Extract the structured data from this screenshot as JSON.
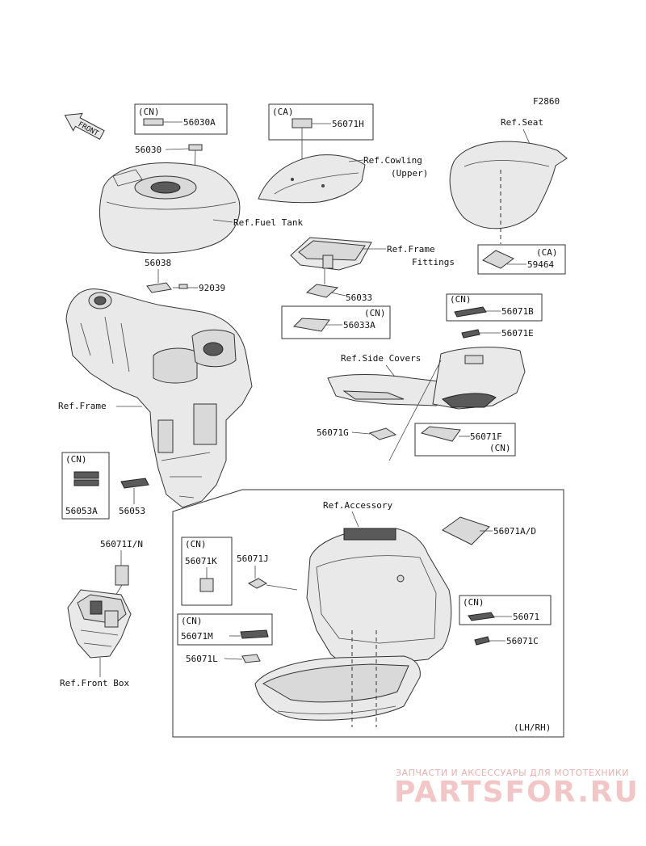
{
  "figure_code": "F2860",
  "labels": {
    "front": "FRONT",
    "cn_1": "(CN)",
    "p56030A": "56030A",
    "p56030": "56030",
    "ca_1": "(CA)",
    "p56071H": "56071H",
    "ref_cowling_1": "Ref.Cowling",
    "ref_cowling_2": "(Upper)",
    "ref_seat": "Ref.Seat",
    "ref_fuel_tank": "Ref.Fuel Tank",
    "ref_frame_fittings_1": "Ref.Frame",
    "ref_frame_fittings_2": "Fittings",
    "ca_2": "(CA)",
    "p59464": "59464",
    "p56038": "56038",
    "p92039": "92039",
    "p56033": "56033",
    "cn_2": "(CN)",
    "p56033A": "56033A",
    "cn_3": "(CN)",
    "p56071B": "56071B",
    "p56071E": "56071E",
    "ref_side_covers": "Ref.Side Covers",
    "ref_frame": "Ref.Frame",
    "p56071G": "56071G",
    "p56071F": "56071F",
    "cn_4": "(CN)",
    "cn_5": "(CN)",
    "p56053A": "56053A",
    "p56053": "56053",
    "ref_accessory": "Ref.Accessory",
    "p56071AD": "56071A/D",
    "p56071IN": "56071I/N",
    "cn_6": "(CN)",
    "p56071K": "56071K",
    "p56071J": "56071J",
    "cn_7": "(CN)",
    "p56071": "56071",
    "cn_8": "(CN)",
    "p56071M": "56071M",
    "p56071C": "56071C",
    "p56071L": "56071L",
    "ref_front_box": "Ref.Front Box",
    "lhrh": "(LH/RH)"
  },
  "watermark": {
    "subtitle": "ЗАПЧАСТИ И АКСЕССУАРЫ ДЛЯ МОТОТЕХНИКИ",
    "brand": "PARTSFOR.RU",
    "color": "#f2c6c6"
  },
  "icons": {
    "front_arrow": "front-arrow-icon"
  }
}
